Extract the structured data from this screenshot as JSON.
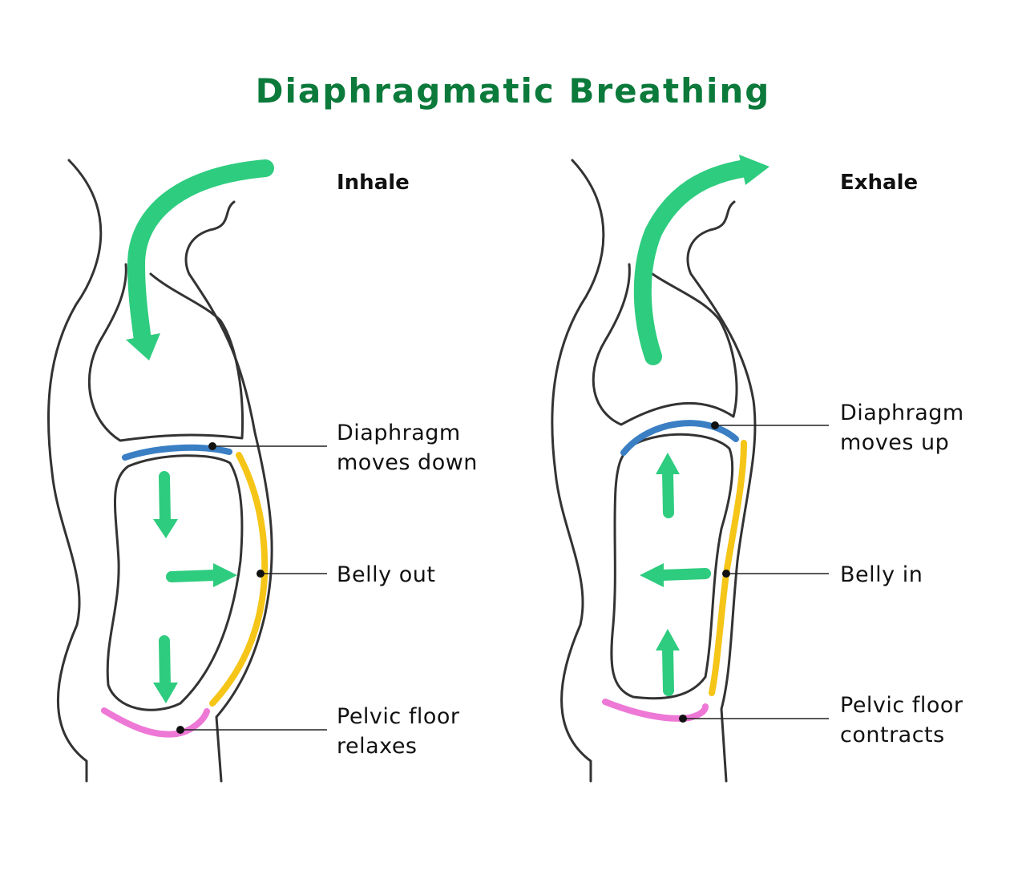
{
  "title": "Diaphragmatic Breathing",
  "colors": {
    "title": "#0b7a3b",
    "outline": "#333333",
    "arrow": "#2ecc7f",
    "diaphragm": "#3a7fc4",
    "belly": "#f5c518",
    "pelvic_floor": "#ee78d6",
    "leader": "#222222"
  },
  "panels": [
    {
      "phase": "Inhale",
      "labels": {
        "diaphragm": [
          "Diaphragm",
          "moves down"
        ],
        "belly": [
          "Belly out"
        ],
        "pelvic": [
          "Pelvic floor",
          "relaxes"
        ]
      }
    },
    {
      "phase": "Exhale",
      "labels": {
        "diaphragm": [
          "Diaphragm",
          "moves up"
        ],
        "belly": [
          "Belly in"
        ],
        "pelvic": [
          "Pelvic floor",
          "contracts"
        ]
      }
    }
  ]
}
